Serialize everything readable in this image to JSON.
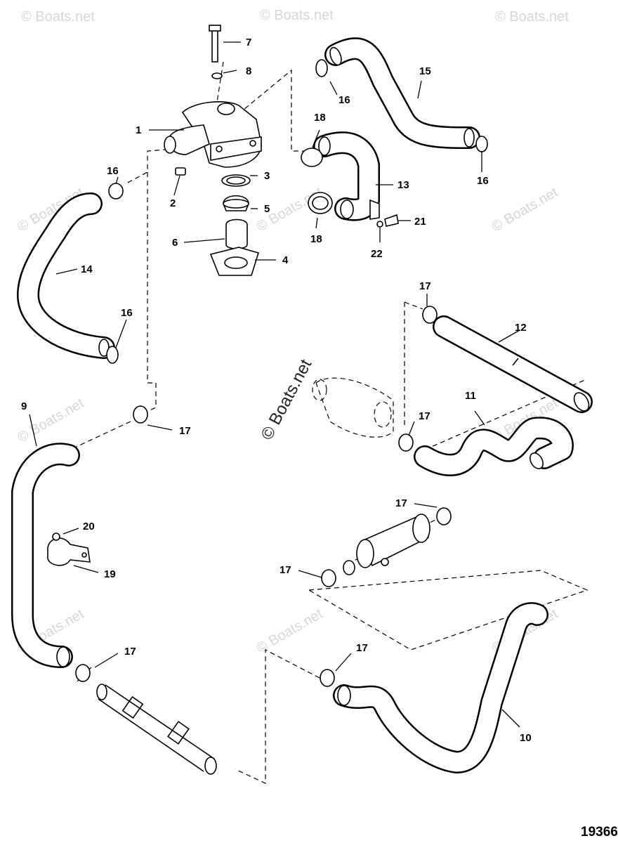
{
  "watermark": "© Boats.net",
  "figure_number": "19366",
  "callouts": {
    "c1": "1",
    "c2": "2",
    "c3": "3",
    "c4": "4",
    "c5": "5",
    "c6": "6",
    "c7": "7",
    "c8": "8",
    "c9": "9",
    "c10": "10",
    "c11": "11",
    "c12": "12",
    "c13": "13",
    "c14": "14",
    "c15": "15",
    "c16a": "16",
    "c16b": "16",
    "c16c": "16",
    "c16d": "16",
    "c17a": "17",
    "c17b": "17",
    "c17c": "17",
    "c17d": "17",
    "c17e": "17",
    "c17f": "17",
    "c17g": "17",
    "c18a": "18",
    "c18b": "18",
    "c19": "19",
    "c20": "20",
    "c21": "21",
    "c22": "22"
  }
}
